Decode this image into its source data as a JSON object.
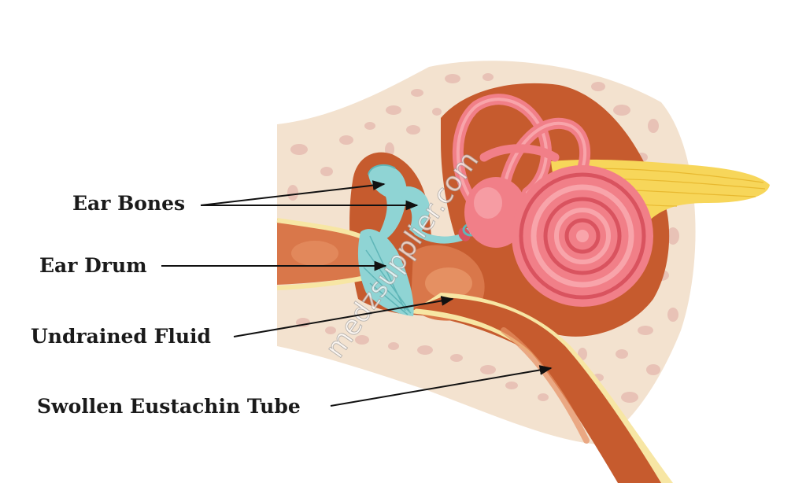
{
  "labels": {
    "ear_bones": "Ear Bones",
    "ear_drum": "Ear Drum",
    "undrained_fluid": "Undrained Fluid",
    "swollen_tube": "Swollen Eustachin Tube"
  },
  "watermark": "medzsupplier.com",
  "colors": {
    "bone": "#f3e2cf",
    "bone_spots": "#e8c2b6",
    "cavity": "#c65b2e",
    "canal": "#d9774a",
    "canal_light": "#e59062",
    "canal_lining": "#f7e6a4",
    "ossicles": "#8fd4d4",
    "ossicles_dark": "#5fb6b8",
    "cochlea": "#f17f88",
    "cochlea_light": "#f8a4aa",
    "cochlea_dark": "#d9535f",
    "nerve": "#f7d65a",
    "arrow": "#111111"
  }
}
